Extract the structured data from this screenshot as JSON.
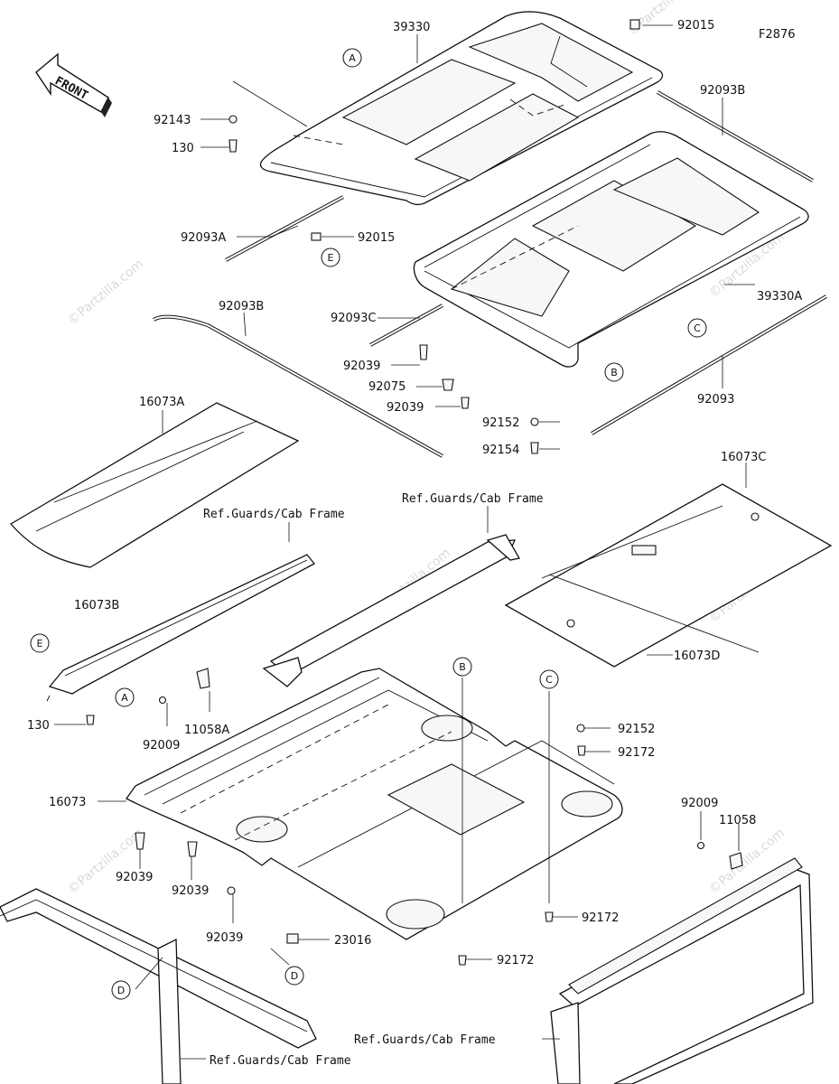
{
  "figure_code": "F2876",
  "front_label": "FRONT",
  "watermark": "©Partzilla.com",
  "parts": {
    "p39330": "39330",
    "p92015_top": "92015",
    "p92143": "92143",
    "p130_top": "130",
    "p92093B_top": "92093B",
    "p92093A": "92093A",
    "p92015_mid": "92015",
    "p92093B_left": "92093B",
    "p39330A": "39330A",
    "p92093C": "92093C",
    "p92039_a": "92039",
    "p92075": "92075",
    "p92039_b": "92039",
    "p92093": "92093",
    "p92152_top": "92152",
    "p92154": "92154",
    "p16073A": "16073A",
    "p16073B": "16073B",
    "p16073C": "16073C",
    "p16073D": "16073D",
    "p130_left": "130",
    "p92009_left": "92009",
    "p11058A": "11058A",
    "p92152_mid": "92152",
    "p92172_a": "92172",
    "p16073": "16073",
    "p92009_right": "92009",
    "p11058": "11058",
    "p92039_c": "92039",
    "p92039_d": "92039",
    "p92039_e": "92039",
    "p92172_b": "92172",
    "p23016": "23016",
    "p92172_c": "92172"
  },
  "refs": {
    "ref_center": "Ref.Guards/Cab Frame",
    "ref_left": "Ref.Guards/Cab Frame",
    "ref_bottom_right": "Ref.Guards/Cab Frame",
    "ref_bottom_left": "Ref.Guards/Cab Frame"
  },
  "callouts": {
    "a1": "A",
    "a2": "A",
    "b1": "B",
    "b2": "B",
    "c1": "C",
    "c2": "C",
    "d1": "D",
    "d2": "D",
    "e1": "E",
    "e2": "E"
  }
}
